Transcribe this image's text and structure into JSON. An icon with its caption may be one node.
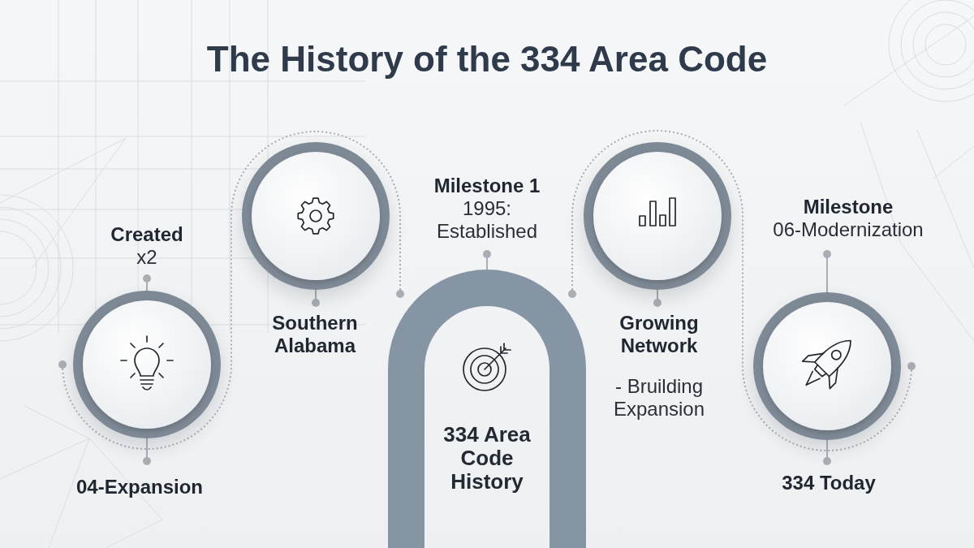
{
  "diagram": {
    "title": "The History of the 334 Area Code",
    "nodes": [
      {
        "text": [
          "Created",
          "x2"
        ]
      },
      {
        "text": [],
        "shape": "circle"
      },
      {
        "text": [
          "04-Expansion"
        ]
      },
      {
        "text": [],
        "shape": "circle"
      },
      {
        "text": [
          "Southern Alabama"
        ]
      },
      {
        "text": [
          "Milestone 1",
          "1995: Established"
        ]
      },
      {
        "text": [
          "334 Area Code History"
        ]
      },
      {
        "text": [],
        "shape": "circle"
      },
      {
        "text": [
          "Growing Network",
          "- Bruilding Expansion"
        ]
      },
      {
        "text": [
          "Milestone",
          "06-Modernization"
        ]
      },
      {
        "text": [],
        "shape": "circle"
      },
      {
        "text": [
          "334 Today"
        ]
      }
    ],
    "edges": [
      {
        "from": 0,
        "to": 1,
        "arrow": "other"
      },
      {
        "from": 2,
        "to": 1,
        "arrow": "other"
      },
      {
        "from": 4,
        "to": 3,
        "arrow": "other"
      },
      {
        "from": 5,
        "to": 6,
        "arrow": "other"
      },
      {
        "from": 8,
        "to": 7,
        "arrow": "other"
      },
      {
        "from": 9,
        "to": 10,
        "arrow": "other"
      },
      {
        "from": 11,
        "to": 10,
        "arrow": "other"
      },
      {
        "from": 1,
        "to": 3,
        "arrow": "other",
        "style": "dashed"
      },
      {
        "from": 6,
        "to": 3,
        "arrow": "other",
        "style": "dashed"
      },
      {
        "from": 6,
        "to": 7,
        "arrow": "other",
        "style": "dashed"
      },
      {
        "from": 10,
        "to": 7,
        "arrow": "other",
        "style": "dashed"
      }
    ]
  }
}
